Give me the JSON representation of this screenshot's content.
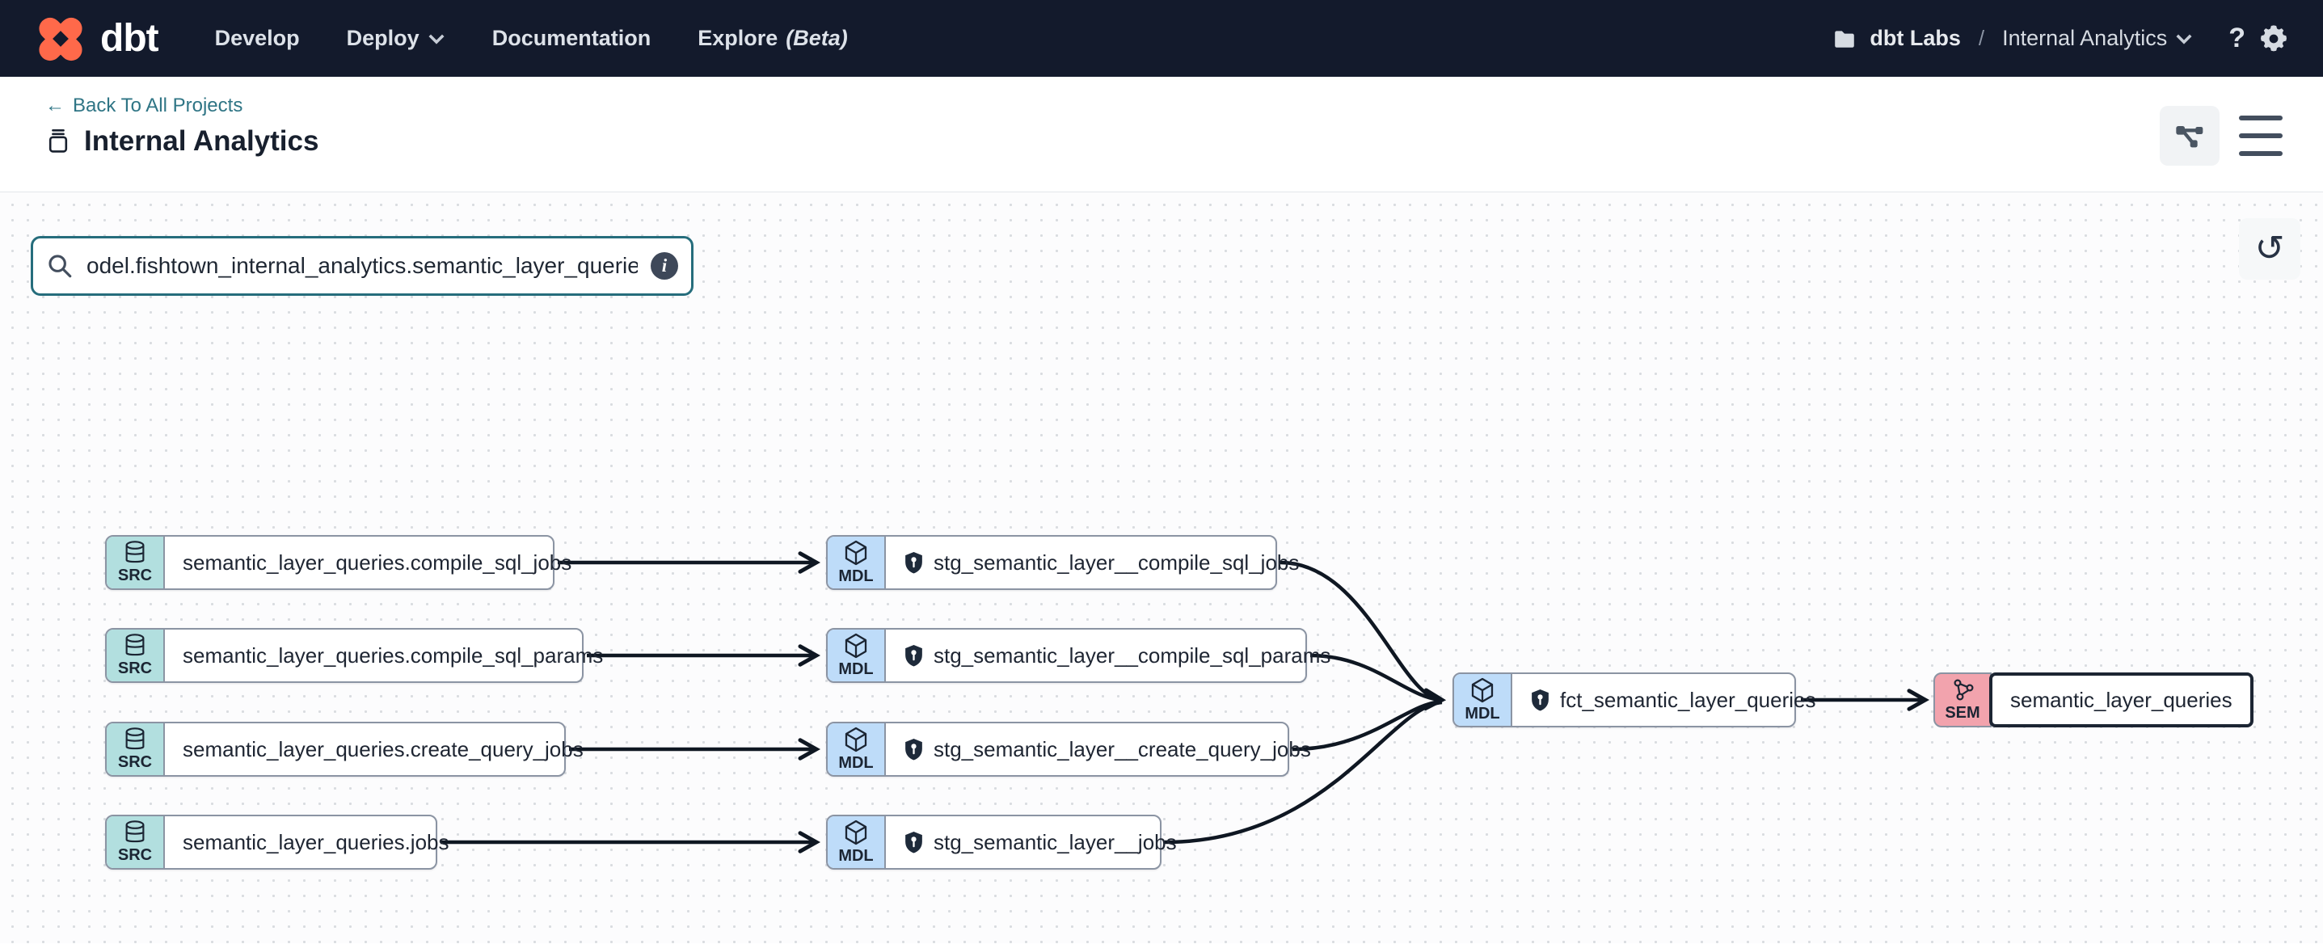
{
  "navbar": {
    "logo_text": "dbt",
    "menu": [
      {
        "label": "Develop"
      },
      {
        "label": "Deploy",
        "dropdown": true
      },
      {
        "label": "Documentation"
      },
      {
        "label": "Explore",
        "suffix": "(Beta)"
      }
    ],
    "account_name": "dbt Labs",
    "separator": "/",
    "project_name": "Internal Analytics",
    "help_label": "?"
  },
  "subheader": {
    "back_arrow": "←",
    "back_label": "Back To All Projects",
    "title": "Internal Analytics"
  },
  "canvas": {
    "search_value": "odel.fishtown_internal_analytics.semantic_layer_queries"
  },
  "graph": {
    "nodes": [
      {
        "type": "SRC",
        "label": "semantic_layer_queries.compile_sql_jobs"
      },
      {
        "type": "SRC",
        "label": "semantic_layer_queries.compile_sql_params"
      },
      {
        "type": "SRC",
        "label": "semantic_layer_queries.create_query_jobs"
      },
      {
        "type": "SRC",
        "label": "semantic_layer_queries.jobs"
      },
      {
        "type": "MDL",
        "label": "stg_semantic_layer__compile_sql_jobs",
        "protected": true
      },
      {
        "type": "MDL",
        "label": "stg_semantic_layer__compile_sql_params",
        "protected": true
      },
      {
        "type": "MDL",
        "label": "stg_semantic_layer__create_query_jobs",
        "protected": true
      },
      {
        "type": "MDL",
        "label": "stg_semantic_layer__jobs",
        "protected": true
      },
      {
        "type": "MDL",
        "label": "fct_semantic_layer_queries",
        "protected": true
      },
      {
        "type": "SEM",
        "label": "semantic_layer_queries",
        "selected": true
      }
    ],
    "edges": [
      {
        "from": "semantic_layer_queries.compile_sql_jobs",
        "to": "stg_semantic_layer__compile_sql_jobs"
      },
      {
        "from": "semantic_layer_queries.compile_sql_params",
        "to": "stg_semantic_layer__compile_sql_params"
      },
      {
        "from": "semantic_layer_queries.create_query_jobs",
        "to": "stg_semantic_layer__create_query_jobs"
      },
      {
        "from": "semantic_layer_queries.jobs",
        "to": "stg_semantic_layer__jobs"
      },
      {
        "from": "stg_semantic_layer__compile_sql_jobs",
        "to": "fct_semantic_layer_queries"
      },
      {
        "from": "stg_semantic_layer__compile_sql_params",
        "to": "fct_semantic_layer_queries"
      },
      {
        "from": "stg_semantic_layer__create_query_jobs",
        "to": "fct_semantic_layer_queries"
      },
      {
        "from": "stg_semantic_layer__jobs",
        "to": "fct_semantic_layer_queries"
      },
      {
        "from": "fct_semantic_layer_queries",
        "to": "semantic_layer_queries"
      }
    ],
    "colors": {
      "source_badge": "#b2dfdf",
      "model_badge": "#bedcf9",
      "semantic_badge": "#f2a3ad",
      "accent_teal": "#2f7585",
      "logo_orange": "#ff694a",
      "navbar_bg": "#131a2c"
    }
  }
}
